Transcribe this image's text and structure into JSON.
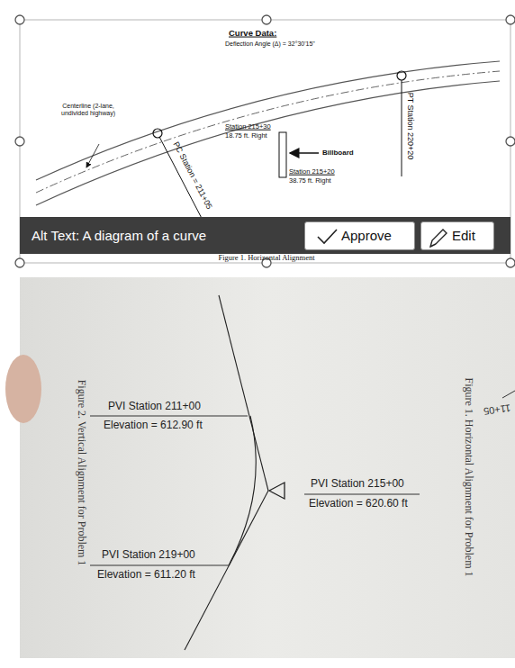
{
  "diagram": {
    "title": "Curve Data:",
    "caption": "Figure 1. Horizontal Alignment",
    "nodes": [
      {
        "text": [
          "Approve"
        ]
      },
      {
        "text": [
          "Edit"
        ]
      }
    ],
    "labels": [
      "Deflection Angle (Δ) = 32°30'15\"",
      "Centerline (2-lane, undivided highway)",
      "Station 215+30",
      "18.75 ft. Right",
      "Billboard",
      "Station 215+20",
      "38.75 ft. Right",
      "PC Station = 211+05",
      "PT Station 220+20",
      "Alt Text: A diagram of a curve",
      "Figure 2. Vertical Alignment for Problem 1",
      "Figure 1. Horizontal Alignment for Problem 1",
      "11+05",
      "PVI Station 211+00",
      "Elevation = 612.90 ft",
      "PVI Station 215+00",
      "Elevation = 620.60 ft",
      "PVI Station 219+00",
      "Elevation = 611.20 ft"
    ]
  }
}
